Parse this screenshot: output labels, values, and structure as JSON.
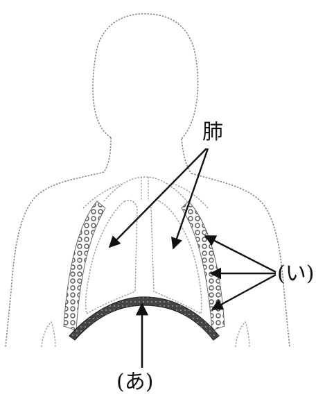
{
  "labels": {
    "lung": "肺",
    "a": "(あ)",
    "i": "(い)"
  },
  "colors": {
    "outline": "#888888",
    "arrow": "#111111",
    "diaphragm": "#333333",
    "rib_pattern": "#555555"
  },
  "icons": [
    "arrow-icon"
  ]
}
